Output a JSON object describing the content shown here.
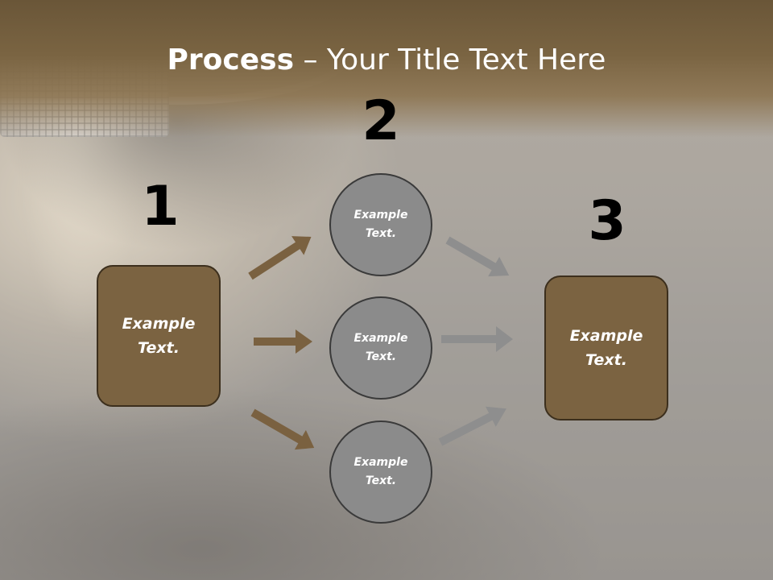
{
  "slide": {
    "title_bold": "Process",
    "title_rest": " – Your Title Text Here"
  },
  "steps": {
    "step1_number": "1",
    "step2_number": "2",
    "step3_number": "3"
  },
  "left_box": {
    "text": "Example\nText."
  },
  "right_box": {
    "text": "Example\nText."
  },
  "circles": [
    {
      "text": "Example\nText."
    },
    {
      "text": "Example\nText."
    },
    {
      "text": "Example\nText."
    }
  ],
  "colors": {
    "box_fill": "#7b6341",
    "circle_fill": "#8b8b8b",
    "brown_arrow": "#7a6140",
    "gray_arrow": "#8e8e8e",
    "title_band": "#6a5638"
  }
}
